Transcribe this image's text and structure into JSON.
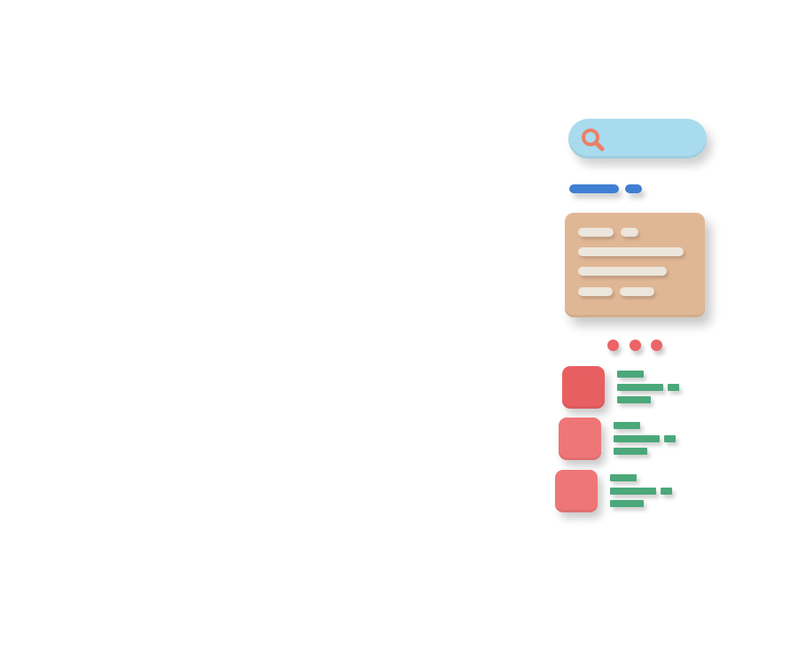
{
  "colors": {
    "search_bg": "#a9dbee",
    "search_icon": "#ec7f66",
    "pill_blue": "#3f7fd3",
    "card_bg": "#e0b795",
    "card_bar": "#ece6dc",
    "dot": "#ec6466",
    "thumb_1": "#e85f62",
    "thumb_other": "#ef7677",
    "line_green": "#4ba87a"
  },
  "icons": {
    "search": "magnifier"
  },
  "list": {
    "items": [
      {
        "thumb": "thumb_1"
      },
      {
        "thumb": "thumb_other"
      },
      {
        "thumb": "thumb_other"
      }
    ]
  },
  "pagination": {
    "dots": 3
  }
}
